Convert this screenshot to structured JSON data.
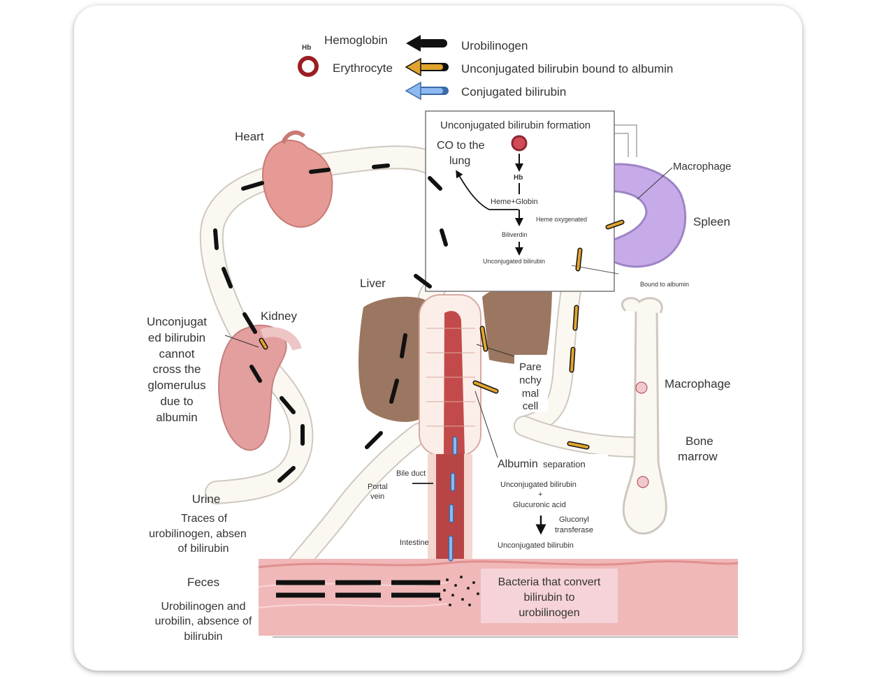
{
  "legend": {
    "hb_icon": "Hb",
    "hemoglobin": "Hemoglobin",
    "erythrocyte": "Erythrocyte",
    "urobilinogen": "Urobilinogen",
    "unconj_albumin": "Unconjugated bilirubin bound to albumin",
    "conjugated": "Conjugated bilirubin",
    "colors": {
      "urobilinogen": "#111111",
      "unconj_albumin": "#e0a42e",
      "conjugated": "#7faee6"
    }
  },
  "formation": {
    "title": "Unconjugated bilirubin formation",
    "co_line1": "CO to the",
    "co_line2": "lung",
    "hb": "Hb",
    "heme_globin": "Heme+Globin",
    "heme_oxygenated": "Heme oxygenated",
    "biliverdin": "Biliverdin",
    "unconj": "Unconjugated bilirubin",
    "bound": "Bound to albumin"
  },
  "organs": {
    "heart": "Heart",
    "liver": "Liver",
    "kidney": "Kidney",
    "spleen": "Spleen",
    "macrophage_spleen": "Macrophage",
    "macrophage_bone": "Macrophage",
    "bone1": "Bone",
    "bone2": "marrow",
    "paren": [
      "Pare",
      "nchy",
      "mal",
      "cell"
    ]
  },
  "kidney_note": [
    "Unconjugat",
    "ed bilirubin",
    "cannot",
    "cross the",
    "glomerulus",
    "due to",
    "albumin"
  ],
  "urine": {
    "title": "Urine",
    "lines": [
      "Traces of",
      "urobilinogen, absen",
      "of bilirubin"
    ]
  },
  "feces": {
    "title": "Feces",
    "lines": [
      "Urobilinogen and",
      "urobilin, absence of",
      "bilirubin"
    ]
  },
  "intestine": {
    "bile_duct": "Bile duct",
    "portal1": "Portal",
    "portal2": "vein",
    "intestine": "Intestine",
    "bacteria": [
      "Bacteria that convert",
      "bilirubin to",
      "urobilinogen"
    ]
  },
  "conjugation": {
    "albumin": "Albumin",
    "separation": "separation",
    "unconj": "Unconjugated bilirubin",
    "plus": "+",
    "glucuronic": "Glucuronic acid",
    "gluconyl1": "Gluconyl",
    "gluconyl2": "transferase",
    "result": "Unconjugated bilirubin"
  }
}
